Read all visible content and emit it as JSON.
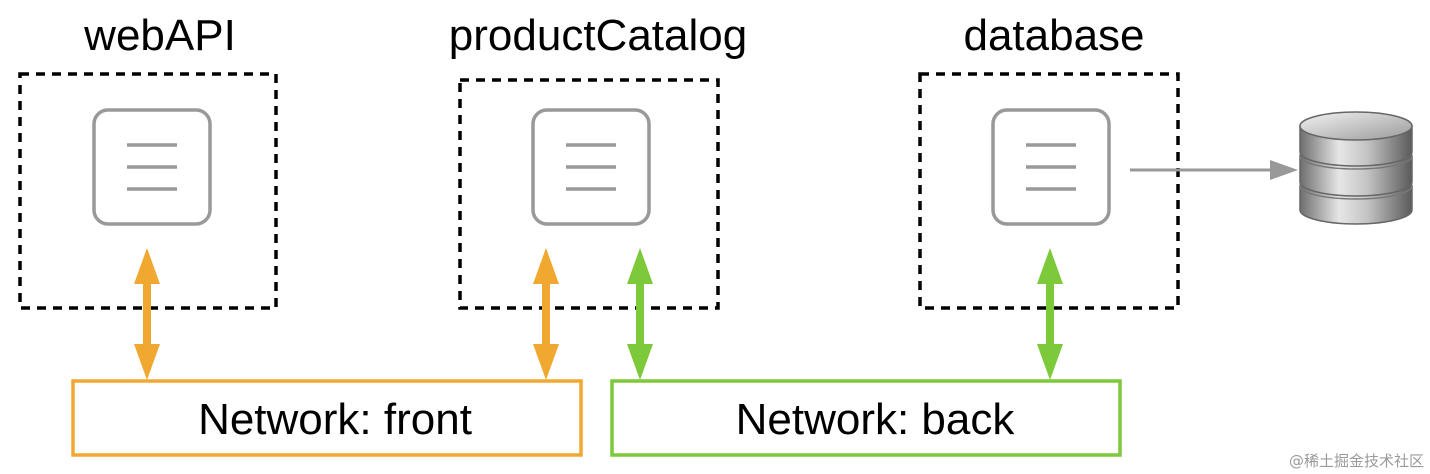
{
  "services": [
    {
      "id": "webapi",
      "name": "webAPI"
    },
    {
      "id": "productcatalog",
      "name": "productCatalog"
    },
    {
      "id": "database",
      "name": "database"
    }
  ],
  "networks": [
    {
      "id": "front",
      "label": "Network: front",
      "color": "#f0a830"
    },
    {
      "id": "back",
      "label": "Network: back",
      "color": "#7cc93a"
    }
  ],
  "connections": [
    {
      "service": "webapi",
      "network": "front"
    },
    {
      "service": "productcatalog",
      "network": "front"
    },
    {
      "service": "productcatalog",
      "network": "back"
    },
    {
      "service": "database",
      "network": "back"
    }
  ],
  "external": {
    "icon": "database-storage-icon",
    "from_service": "database"
  },
  "watermark": "@稀土掘金技术社区",
  "colors": {
    "container_border": "#000000",
    "service_icon": "#999999",
    "external_arrow": "#999999"
  }
}
